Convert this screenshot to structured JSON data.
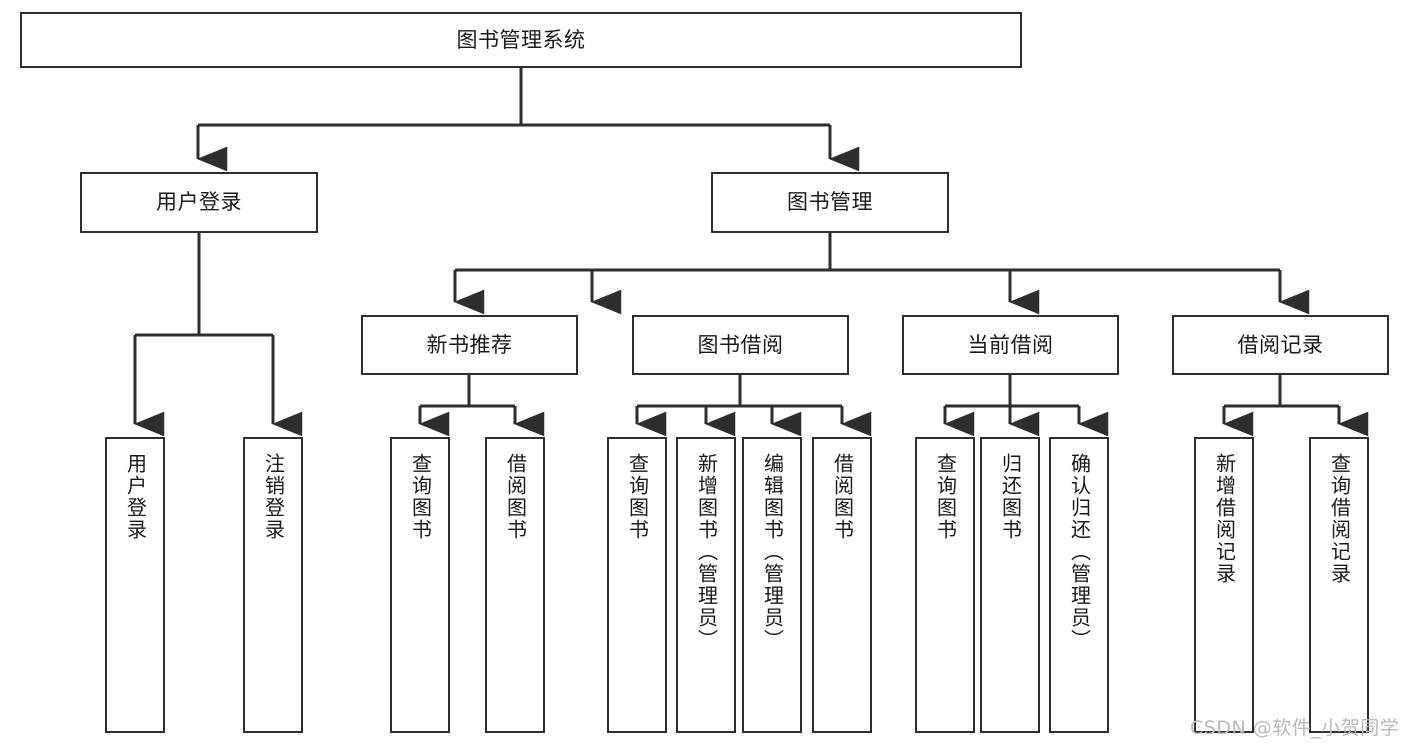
{
  "diagram": {
    "title": "图书管理系统",
    "watermark": "CSDN @软件_小贺同学",
    "colors": {
      "stroke": "#2e2e2e",
      "fill": "#ffffff",
      "text": "#1a1a1a",
      "watermark": "#b9b9b9"
    },
    "root": {
      "label": "图书管理系统"
    },
    "level2": [
      {
        "label": "用户登录"
      },
      {
        "label": "图书管理"
      }
    ],
    "level3": [
      {
        "label": "新书推荐"
      },
      {
        "label": "图书借阅"
      },
      {
        "label": "当前借阅"
      },
      {
        "label": "借阅记录"
      }
    ],
    "leaves": {
      "user_login": [
        {
          "label": "用户登录"
        },
        {
          "label": "注销登录"
        }
      ],
      "new_book": [
        {
          "label": "查询图书"
        },
        {
          "label": "借阅图书"
        }
      ],
      "book_borrow": [
        {
          "label": "查询图书"
        },
        {
          "label": "新增图书（管理员）"
        },
        {
          "label": "编辑图书（管理员）"
        },
        {
          "label": "借阅图书"
        }
      ],
      "current_borrow": [
        {
          "label": "查询图书"
        },
        {
          "label": "归还图书"
        },
        {
          "label": "确认归还（管理员）"
        }
      ],
      "borrow_record": [
        {
          "label": "新增借阅记录"
        },
        {
          "label": "查询借阅记录"
        }
      ]
    }
  }
}
